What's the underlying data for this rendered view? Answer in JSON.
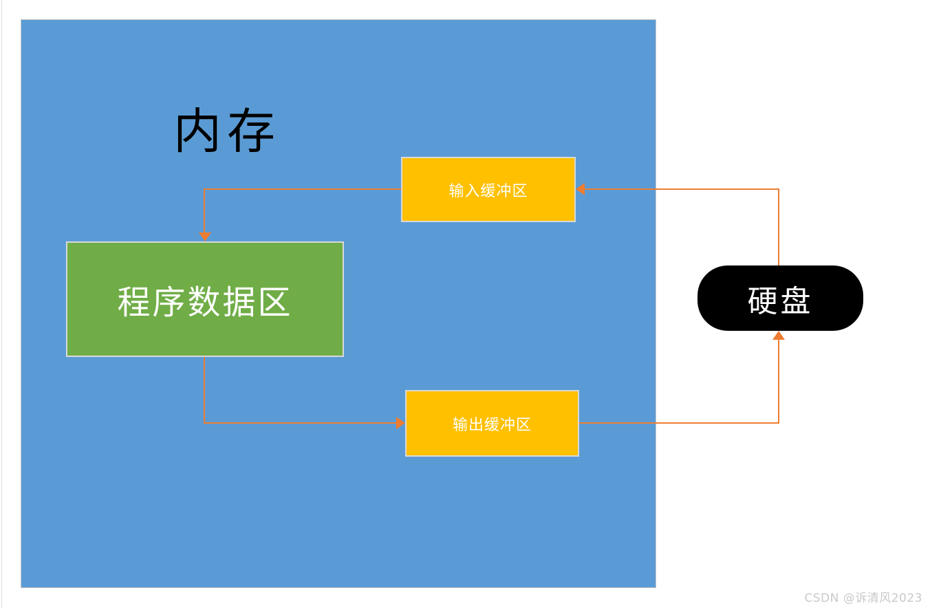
{
  "diagram": {
    "nodes": {
      "memory": {
        "label": "内存"
      },
      "program_data": {
        "label": "程序数据区"
      },
      "input_buffer": {
        "label": "输入缓冲区"
      },
      "output_buffer": {
        "label": "输出缓冲区"
      },
      "disk": {
        "label": "硬盘"
      }
    },
    "connections": [
      {
        "from": "disk",
        "to": "input_buffer"
      },
      {
        "from": "input_buffer",
        "to": "program_data"
      },
      {
        "from": "program_data",
        "to": "output_buffer"
      },
      {
        "from": "output_buffer",
        "to": "disk"
      }
    ],
    "colors": {
      "memory_region_bg": "#5b9bd5",
      "program_data_bg": "#70ad47",
      "buffer_bg": "#ffc000",
      "disk_bg": "#000000",
      "node_border": "#d9d9d9",
      "arrow": "#ed7d31",
      "memory_title_text": "#000000",
      "node_text": "#ffffff",
      "page_bg": "#ffffff",
      "watermark_text": "#c9c9c9"
    }
  },
  "watermark": {
    "text": "CSDN @诉清风2023"
  }
}
